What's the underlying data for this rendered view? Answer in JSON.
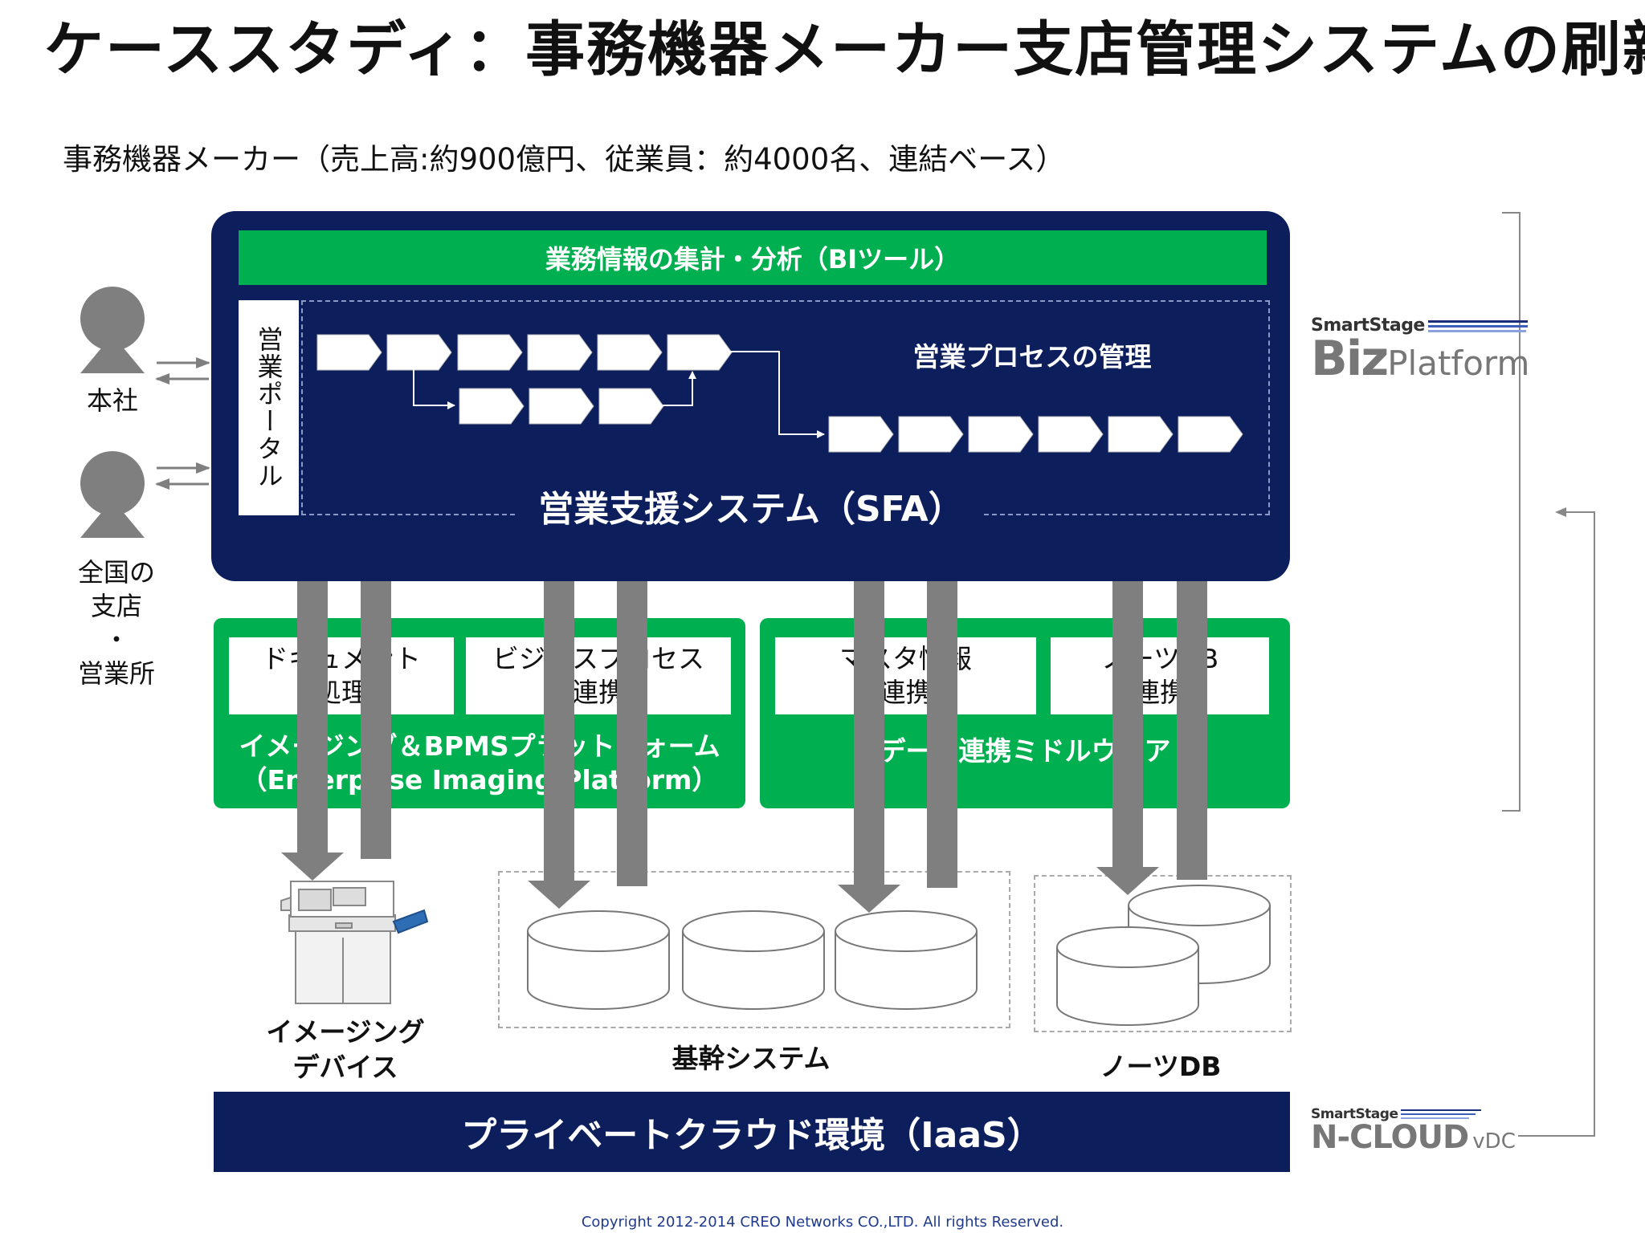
{
  "title": "ケーススタディ：事務機器メーカー支店管理システムの刷新",
  "subtitle": "事務機器メーカー（売上高:約900億円、従業員：約4000名、連結ベース）",
  "colors": {
    "navy": "#0d1e5d",
    "green": "#00b050",
    "gray": "#7f7f7f"
  },
  "users": {
    "hq": "本社",
    "branch": [
      "全国の",
      "支店",
      "・",
      "営業所"
    ]
  },
  "sfa": {
    "bi_bar": "業務情報の集計・分析（BIツール）",
    "portal": "営業ポータル",
    "process_label": "営業プロセスの管理",
    "system_label": "営業支援システム（SFA）"
  },
  "imaging_platform": {
    "doc": [
      "ドキュメント",
      "処理"
    ],
    "bpm": [
      "ビジネスプロセス",
      "連携"
    ],
    "name_line1": "イメージング＆BPMSプラットフォーム",
    "name_line2": "（Enterprise Imaging Platform）"
  },
  "middleware": {
    "master": [
      "マスタ情報",
      "連携"
    ],
    "notes": [
      "ノーツDB",
      "連携"
    ],
    "name": "データ連携ミドルウェア"
  },
  "bottom": {
    "imaging_device": [
      "イメージング",
      "デバイス"
    ],
    "core_system": "基幹システム",
    "notes_db": "ノーツDB",
    "iaas": "プライベートクラウド環境（IaaS）"
  },
  "logos": {
    "biz_small": "SmartStage",
    "biz_big": "Biz",
    "biz_rest": "Platform",
    "ncloud_small": "SmartStage",
    "ncloud_big": "N-CLOUD",
    "ncloud_suffix": "vDC"
  },
  "copyright": "Copyright 2012-2014 CREO Networks CO.,LTD. All rights Reserved."
}
